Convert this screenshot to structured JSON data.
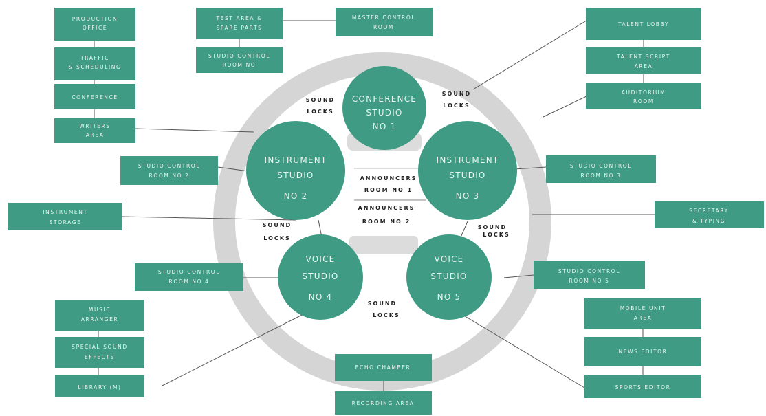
{
  "colors": {
    "box": "#3f9b84",
    "ring": "#d5d5d5",
    "text_on_box": "#e9f6f1",
    "line": "#555555"
  },
  "studios": {
    "conference": [
      "CONFERENCE",
      "STUDIO",
      "NO 1"
    ],
    "instrument2": [
      "INSTRUMENT",
      "STUDIO",
      "NO 2"
    ],
    "instrument3": [
      "INSTRUMENT",
      "STUDIO",
      "NO 3"
    ],
    "voice4": [
      "VOICE",
      "STUDIO",
      "NO 4"
    ],
    "voice5": [
      "VOICE",
      "STUDIO",
      "NO 5"
    ]
  },
  "inner_labels": {
    "sound_locks_top_left": [
      "SOUND",
      "LOCKS"
    ],
    "sound_locks_top_right": [
      "SOUND",
      "LOCKS"
    ],
    "sound_locks_mid_left": [
      "SOUND",
      "LOCKS"
    ],
    "sound_locks_mid_right": [
      "SOUND",
      "LOCKS"
    ],
    "sound_locks_bottom": [
      "SOUND",
      "LOCKS"
    ],
    "announcers_1": [
      "ANNOUNCERS",
      "ROOM NO 1"
    ],
    "announcers_2": [
      "ANNOUNCERS",
      "ROOM NO 2"
    ]
  },
  "rooms": {
    "production_office": [
      "PRODUCTION",
      "OFFICE"
    ],
    "traffic_scheduling": [
      "TRAFFIC",
      "& SCHEDULING"
    ],
    "conference": [
      "CONFERENCE"
    ],
    "writers_area": [
      "WRITERS",
      "AREA"
    ],
    "test_area_spare_parts": [
      "TEST AREA &",
      "SPARE PARTS"
    ],
    "studio_control_room_no": [
      "STUDIO CONTROL",
      "ROOM NO"
    ],
    "master_control_room": [
      "MASTER CONTROL",
      "ROOM"
    ],
    "talent_lobby": [
      "TALENT LOBBY"
    ],
    "talent_script_area": [
      "TALENT SCRIPT",
      "AREA"
    ],
    "auditorium_room": [
      "AUDITORIUM",
      "ROOM"
    ],
    "studio_control_no2": [
      "STUDIO CONTROL",
      "ROOM NO 2"
    ],
    "studio_control_no3": [
      "STUDIO CONTROL",
      "ROOM NO 3"
    ],
    "instrument_storage": [
      "INSTRUMENT",
      "STORAGE"
    ],
    "secretary_typing": [
      "SECRETARY",
      "& TYPING"
    ],
    "studio_control_no4": [
      "STUDIO CONTROL",
      "ROOM NO 4"
    ],
    "studio_control_no5": [
      "STUDIO CONTROL",
      "ROOM NO 5"
    ],
    "music_arranger": [
      "MUSIC",
      "ARRANGER"
    ],
    "special_sound_effects": [
      "SPECIAL SOUND",
      "EFFECTS"
    ],
    "library": [
      "LIBRARY (M)"
    ],
    "mobile_unit_area": [
      "MOBILE UNIT",
      "AREA"
    ],
    "news_editor": [
      "NEWS EDITOR"
    ],
    "sports_editor": [
      "SPORTS EDITOR"
    ],
    "echo_chamber": [
      "ECHO CHAMBER"
    ],
    "recording_area": [
      "RECORDING AREA"
    ]
  }
}
